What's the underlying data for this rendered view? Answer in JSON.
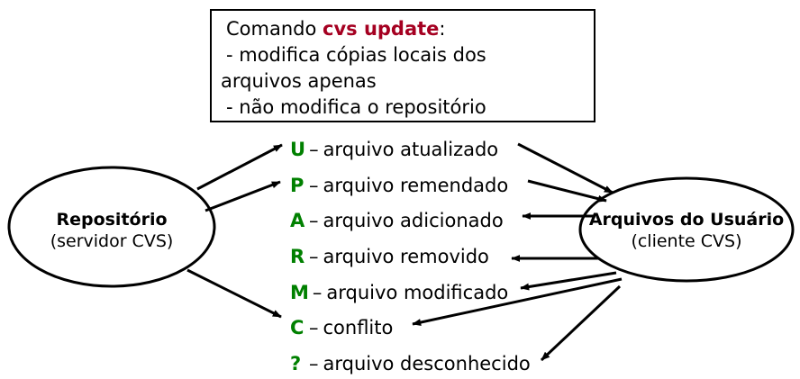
{
  "diagram": {
    "title_note": {
      "name": "cvs-update-note",
      "lines": [
        {
          "prefix": "Comando ",
          "strong": "cvs update",
          "suffix": ":"
        },
        {
          "prefix": " - modifica cópias locais dos",
          "strong": "",
          "suffix": ""
        },
        {
          "prefix": "arquivos apenas",
          "strong": "",
          "suffix": ""
        },
        {
          "prefix": " - não modifica o repositório",
          "strong": "",
          "suffix": ""
        }
      ],
      "line1_prefix": "Comando ",
      "line1_strong": "cvs update",
      "line1_suffix": ":",
      "line2": " - modifica cópias locais dos",
      "line3": "arquivos apenas",
      "line4": " - não modifica o repositório"
    },
    "nodes": {
      "repository": {
        "title": "Repositório",
        "subtitle": "(servidor CVS)"
      },
      "client": {
        "title": "Arquivos do Usuário",
        "subtitle": "(cliente CVS)"
      }
    },
    "legend": [
      {
        "code": "U",
        "dash": "–",
        "desc": "arquivo atualizado",
        "direction": "repository-to-client"
      },
      {
        "code": "P",
        "dash": "–",
        "desc": "arquivo remendado",
        "direction": "repository-to-client"
      },
      {
        "code": "A",
        "dash": "–",
        "desc": "arquivo adicionado",
        "direction": "client-to-label"
      },
      {
        "code": "R",
        "dash": "–",
        "desc": "arquivo removido",
        "direction": "client-to-label"
      },
      {
        "code": "M",
        "dash": "–",
        "desc": "arquivo modificado",
        "direction": "client-to-label"
      },
      {
        "code": "C",
        "dash": "–",
        "desc": "conflito",
        "direction": "client-to-label"
      },
      {
        "code": "?",
        "dash": "–",
        "desc": "arquivo desconhecido",
        "direction": "client-to-label"
      }
    ],
    "colors": {
      "code_green": "#008000",
      "command_red": "#a50021",
      "stroke": "#000000",
      "background": "#ffffff"
    }
  }
}
